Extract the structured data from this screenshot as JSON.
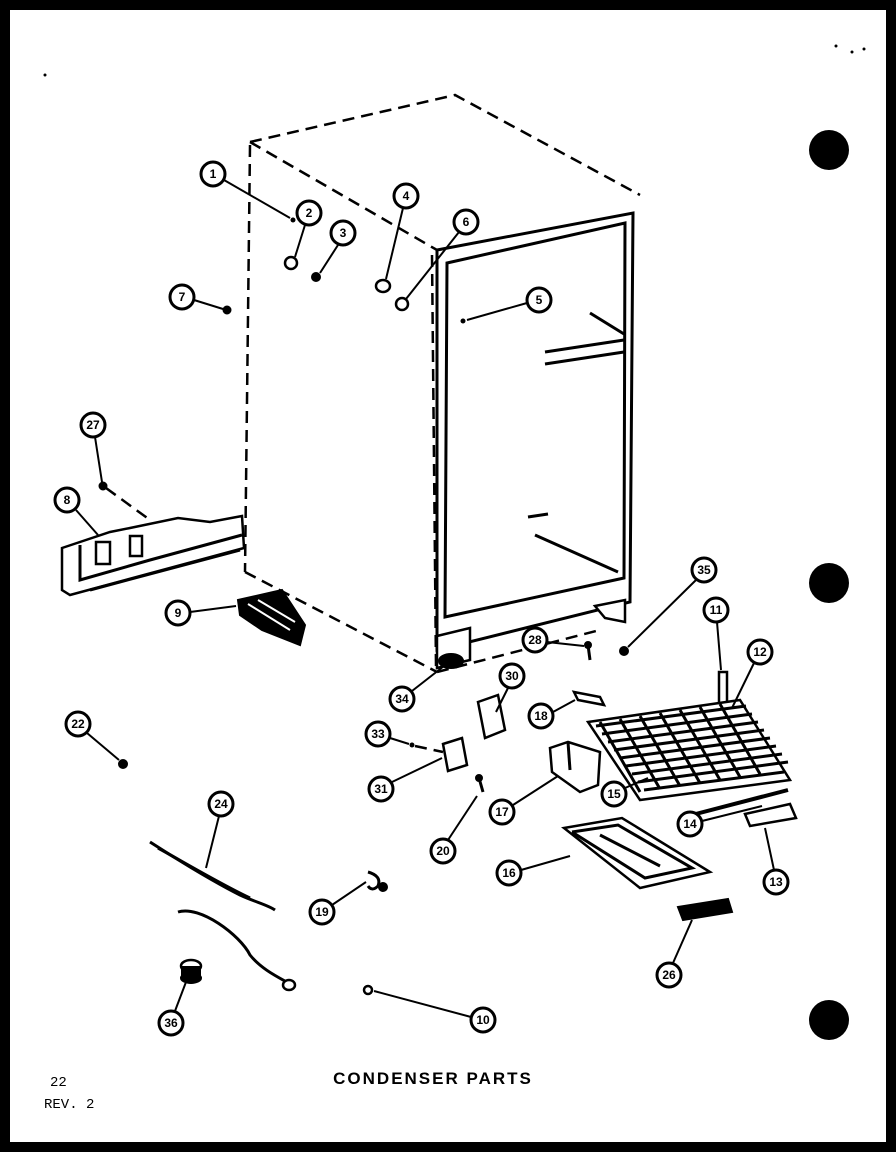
{
  "title": "CONDENSER PARTS",
  "page_number": "22",
  "revision": "REV. 2",
  "callouts": [
    "1",
    "2",
    "3",
    "4",
    "6",
    "5",
    "7",
    "27",
    "8",
    "9",
    "34",
    "28",
    "35",
    "11",
    "12",
    "18",
    "30",
    "33",
    "31",
    "17",
    "15",
    "14",
    "13",
    "16",
    "20",
    "22",
    "24",
    "19",
    "36",
    "10",
    "26"
  ]
}
